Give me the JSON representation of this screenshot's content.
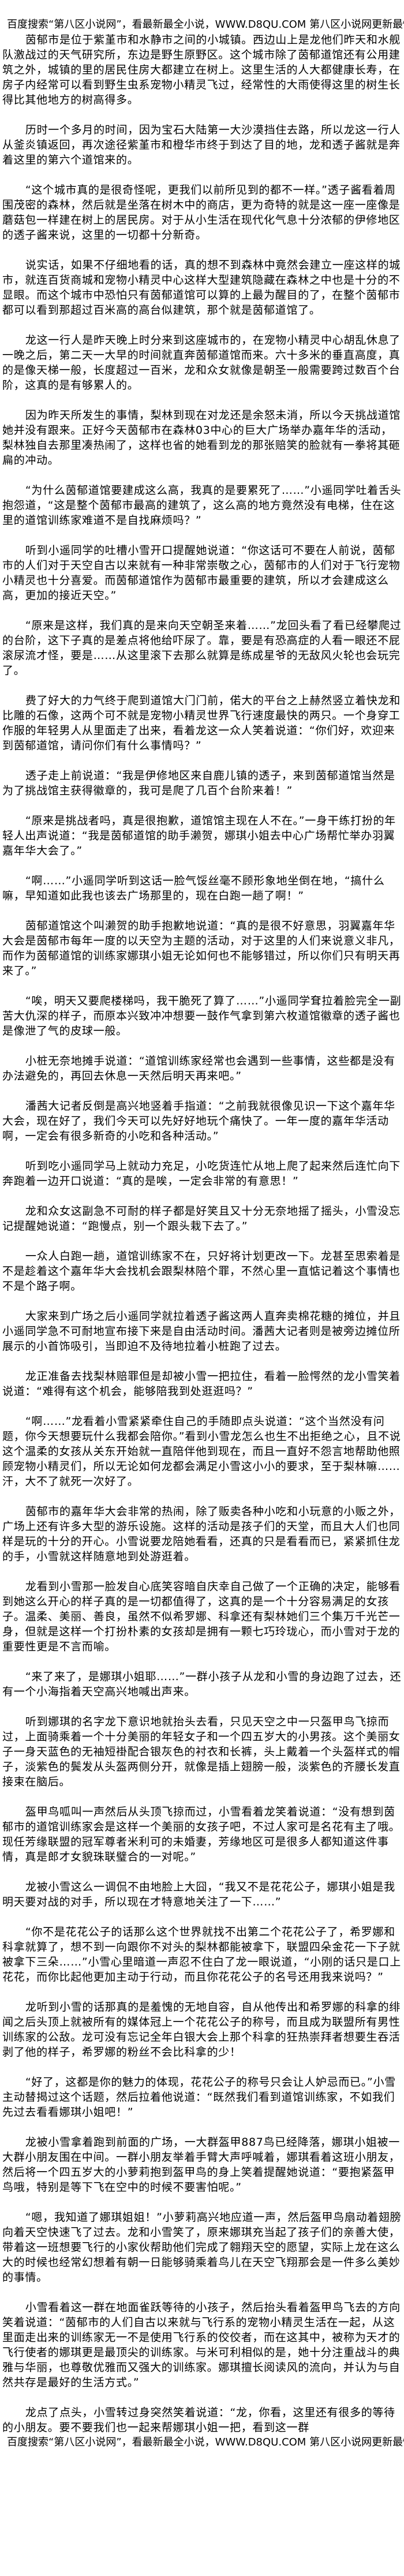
{
  "banner": {
    "top": "百度搜索“第八区小说网”，看最新最全小说，WWW.D8QU.COM   第八区小说网更新最快！",
    "bottom": "百度搜索“第八区小说网”，看最新最全小说，WWW.D8QU.COM   第八区小说网更新最快！"
  },
  "paragraphs": [
    "茵郁市是位于紫堇市和水静市之间的小城镇。西边山上是龙他们昨天和水舰队激战过的天气研究所，东边是野生原野区。这个城市除了茵郁道馆还有公用建筑之外，城镇的里的居民住房大都建立在树上。这里生活的人大都健康长寿，在房子内经常可以看到野生虫系宠物小精灵飞过，经常性的大雨使得这里的树生长得比其他地方的树高得多。",
    "历时一个多月的时间，因为宝石大陆第一大沙漠挡住去路，所以龙这一行人从釜炎镇返回，再次途径紫堇市和橙华市终于到达了目的地，龙和透子酱就是奔着这里的第六个道馆来的。",
    "“这个城市真的是很奇怪呢，更我们以前所见到的都不一样。”透子酱看着周围茂密的森林，然后就是坐落在树木中的商店，更为奇特的就是这一座一座像是蘑菇包一样建在树上的居民房。对于从小生活在现代化气息十分浓郁的伊修地区的透子酱来说，这里的一切都十分新奇。",
    "说实话，如果不仔细地看的话，真的想不到森林中竟然会建立一座这样的城市，就连百货商城和宠物小精灵中心这样大型建筑隐藏在森林之中也是十分的不显眼。而这个城市中恐怕只有茵郁道馆可以算的上最为醒目的了，在整个茵郁市都可以看到那超过百米高的高台似建筑，那个就是茵郁道馆了。",
    "龙这一行人是昨天晚上时分来到这座城市的，在宠物小精灵中心胡乱休息了一晚之后，第二天一大早的时间就直奔茵郁道馆而来。六十多米的垂直高度，真的是像天梯一般，长度超过一百米，龙和众女就像是朝圣一般需要跨过数百个台阶，这真的是有够累人的。",
    "因为昨天所发生的事情，梨林到现在对龙还是余怒未消，所以今天挑战道馆她并没有跟来。正好今天茵郁市在森林03中心的巨大广场举办嘉年华的活动，梨林独自去那里凑热闹了，这样也省的她看到龙的那张赔笑的脸就有一拳将其砸扁的冲动。",
    "“为什么茵郁道馆要建成这么高，我真的是要累死了……”小遥同学吐着舌头抱怨道，“这是整个茵郁市最高的建筑了，这么高的地方竟然没有电梯，住在这里的道馆训练家难道不是自找麻烦吗？”",
    "听到小遥同学的吐槽小雪开口提醒她说道：“你这话可不要在人前说，茵郁市的人们对于天空自古以来就有一种非常崇敬之心，茵郁市的人们对于飞行宠物小精灵也十分喜爱。而茵郁道馆作为茵郁市最重要的建筑，所以才会建成这么高，更加的接近天空。”",
    "“原来是这样，我们真的是来向天空朝圣来着……”龙回头看了看已经攀爬过的台阶，这下子真的是差点将他给吓尿了。靠，要是有恐高症的人看一眼还不屁滚尿流才怪，要是……从这里滚下去那么就算是练成星爷的无敌风火轮也会玩完了。",
    "费了好大的力气终于爬到道馆大门门前，偌大的平台之上赫然竖立着快龙和比雕的石像，这两个可不就是宠物小精灵世界飞行速度最快的两只。一个身穿工作服的年轻男人从里面走了出来，看着龙这一众人笑着说道：“你们好，欢迎来到茵郁道馆，请问你们有什么事情吗？”",
    "透子走上前说道：“我是伊修地区来自鹿儿镇的透子，来到茵郁道馆当然是为了挑战馆主获得徽章的，我可是爬了几百个台阶来着！”",
    "“原来是挑战者吗，真是很抱歉，道馆馆主现在人不在。”一身干练打扮的年轻人出声说道：“我是茵郁道馆的助手濑贺，娜琪小姐去中心广场帮忙举办羽翼嘉年华大会了。”",
    "“啊……”小遥同学听到这话一脸气馁丝毫不顾形象地坐倒在地，“搞什么嘛，早知道如此我也该去广场那里的，现在白跑一趟了啊！”",
    "茵郁道馆这个叫濑贺的助手抱歉地说道：“真的是很不好意思，羽翼嘉年华大会是茵郁市每年一度的以天空为主题的活动，对于这里的人们来说意义非凡，而作为茵郁道馆的训练家娜琪小姐无论如何也不能够错过，所以你们只有明天再来了。”",
    "“唉，明天又要爬楼梯吗，我干脆死了算了……”小遥同学耷拉着脸完全一副苦大仇深的样子，而原本兴致冲冲想要一鼓作气拿到第六枚道馆徽章的透子酱也是像泄了气的皮球一般。",
    "小桩无奈地摊手说道：“道馆训练家经常也会遇到一些事情，这些都是没有办法避免的，再回去休息一天然后明天再来吧。”",
    "潘茜大记者反倒是高兴地竖着手指道：“之前我就很像见识一下这个嘉年华大会，现在好了，我们今天可以先好好地玩个痛快了。一年一度的嘉年华活动啊，一定会有很多新奇的小吃和各种活动。”",
    "听到吃小遥同学马上就动力充足，小吃货连忙从地上爬了起来然后连忙向下奔跑着一边开口说道：“真的是唉，一定会非常的有意思！”",
    "龙和众女这副急不可耐的样子都是好笑且又十分无奈地摇了摇头，小雪没忘记提醒她说道：“跑慢点，别一个跟头栽下去了。”",
    "一众人白跑一趟，道馆训练家不在，只好将计划更改一下。龙甚至思索着是不是趁着这个嘉年华大会找机会跟梨林陪个罪，不然心里一直惦记着这个事情也不是个路子啊。",
    "大家来到广场之后小遥同学就拉着透子酱这两人直奔卖棉花糖的摊位，并且小遥同学急不可耐地宣布接下来是自由活动时间。潘茜大记者则是被旁边摊位所展示的小首饰吸引，当即迫不及待地拉着小桩跑了过去。",
    "龙正准备去找梨林赔罪但是却被小雪一把拉住，看着一脸愕然的龙小雪笑着说道：“难得有这个机会，能够陪我到处逛逛吗？”",
    "“啊……”龙看着小雪紧紧牵住自己的手随即点头说道：“这个当然没有问题，你今天想要玩什么我都会陪你。”看到小雪龙怎么也生不出拒绝之心，且不说这个温柔的女孩从关东开始就一直陪伴他到现在，而且一直好不怨言地帮助他照顾宠物小精灵们，所以无论如何龙都会满足小雪这小小的要求，至于梨林嘛……汗，大不了就死一次好了。",
    "茵郁市的嘉年华大会非常的热闹，除了贩卖各种小吃和小玩意的小贩之外，广场上还有许多大型的游乐设施。这样的活动是孩子们的天堂，而且大人们也同样是玩的十分的开心。小雪说要龙陪她看看，还真的只是看看而已，紧紧抓住龙的手，小雪就这样随意地到处游逛着。",
    "龙看到小雪那一脸发自心底笑容暗自庆幸自己做了一个正确的决定，能够看到她这么开心的样子真的是一切都值得了，这真的是一个十分容易满足的女孩子。温柔、美丽、善良，虽然不似希罗娜、科拿还有梨林她们三个集万千光芒一身，但就是这样一个打扮朴素的女孩却是拥有一颗七巧玲珑心，而小雪对于龙的重要性更是不言而喻。",
    "“来了来了，是娜琪小姐耶……”一群小孩子从龙和小雪的身边跑了过去，还有一个小海指着天空高兴地喊出声来。",
    "听到娜琪的名字龙下意识地就抬头去看，只见天空之中一只盔甲鸟飞掠而过，上面骑乘着一个十分美丽的年轻女子和一个四五岁大的小男孩。这个美丽女子一身天蓝色的无袖短褂配合银灰色的衬衣和长裤，头上戴着一个头盔样式的帽子，淡紫色的鬓发从头盔两侧分开，就像是插上翅膀一般，淡紫色的齐腰长发直接束在脑后。",
    "盔甲鸟呱叫一声然后从头顶飞掠而过，小雪看着龙笑着说道：“没有想到茵郁市的道馆训练家会是这样一个美丽的女孩子吧，不过人家可是名花有主了哦。现任芳缘联盟的冠军尊者米利可的未婚妻，芳缘地区可是很多人都知道这件事情，真是郎才女貌珠联璧合的一对呢。”",
    "龙被小雪这么一调侃不由地脸上大囧，“我又不是花花公子，娜琪小姐是我明天要对战的对手，所以现在才特意地关注了一下……”",
    "“你不是花花公子的话那么这个世界就找不出第二个花花公子了，希罗娜和科拿就算了，想不到一向跟你不对头的梨林都能被拿下，联盟四朵金花一下子就被拿下三朵……”小雪心里暗道一声忍不住白了龙一眼说道，“小刚的话只是口上花花，而你比起他更加主动于行动，而且你花花公子的名号还用我来说吗？”",
    "龙听到小雪的话那真的是羞愧的无地自容，自从他传出和希罗娜的科拿的绯闻之后头顶上就被所有的媒体冠上一个花花公子的称号，而且成为联盟所有男性训练家的公敌。龙可没有忘记全年白银大会上那个科拿的狂热崇拜者想要生吞活剥了他的样子，希罗娜的粉丝不会比科拿的少！",
    "“好了，这都是你的魅力的体现，花花公子的称号只会让人妒忌而已。”小雪主动替揭过这个话题，然后拉着他说道：“既然我们看到道馆训练家，不如我们先过去看看娜琪小姐吧！”",
    "龙被小雪拿着跑到前面的广场，一大群盔甲887鸟已经降落，娜琪小姐被一大群小朋友围在中间。一群小朋友举着手臂大声呼喊着，娜琪看着这班小朋友，然后将一个四五岁大的小萝莉抱到盔甲鸟的身上笑着提醒她说道：“要抱紧盔甲鸟哦，特别是等下飞在空中的时候不要害怕呢。”",
    "“嗯，我知道了娜琪姐姐！”小萝莉高兴地应道一声，然后盔甲鸟扇动着翅膀向着天空快速飞了过去。龙和小雪笑了，原来娜琪充当起了孩子们的亲善大使，带着这一班想要飞行的小家伙帮助他们完成了翱翔天空的愿望，实际上龙在这么大的时候也经常幻想着有朝一日能够骑乘着鸟儿在天空飞翔那会是一件多么美妙的事情。",
    "小雪看着这一群在地面雀跃等待的小孩子，然后抬头看着盔甲鸟飞去的方向笑着说道：“茵郁市的人们自古以来就与飞行系的宠物小精灵生活在一起，从这里面走出来的训练家无一不是使用飞行系的佼佼者，而在这其中，被称为天才的飞行使者的娜琪更是最顶尖的训练家。与米可利相似的是，她十分注重战斗的典雅与华丽，也尊敬优雅而又强大的训练家。娜琪擅长阅读风的流向，并认为与自然共存是最好的生活方式。”",
    "龙点了点头，小雪转过身突然笑着说道：“龙，你看，这里还有很多的等待的小朋友。要不要我们也一起来帮娜琪小姐一把，看到这一群"
  ]
}
